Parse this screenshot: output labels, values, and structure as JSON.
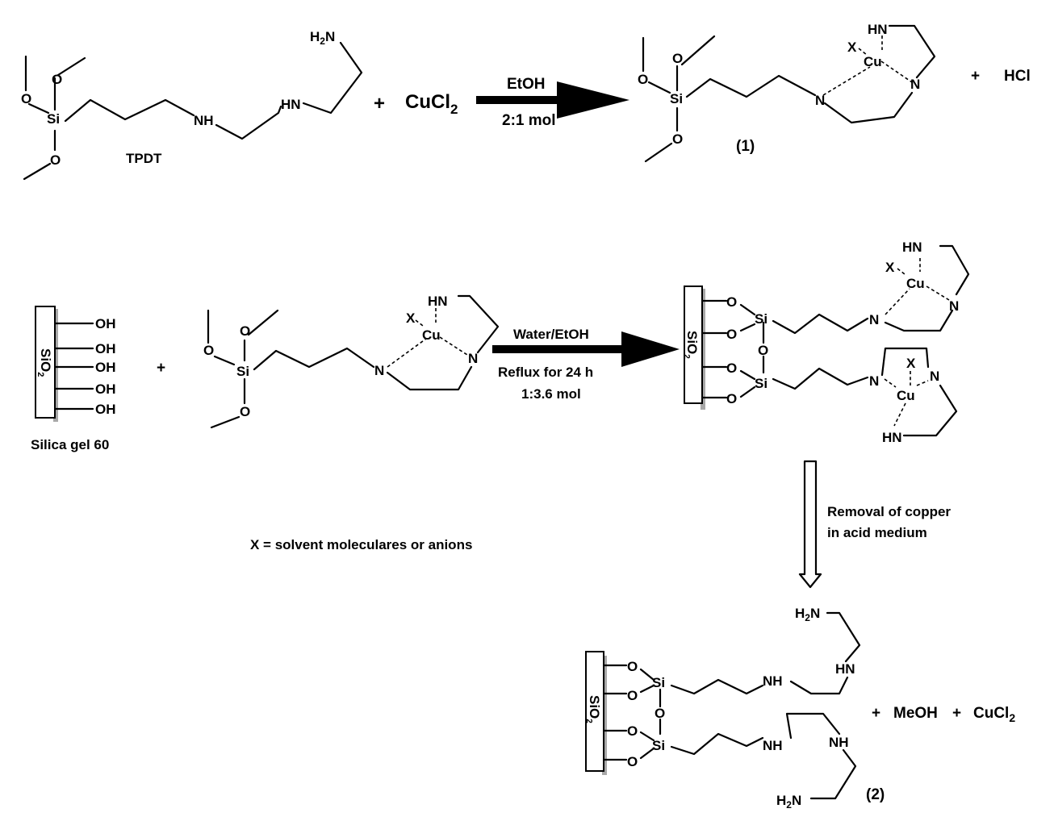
{
  "labels": {
    "O": "O",
    "Si": "Si",
    "N": "N",
    "NH": "NH",
    "HN": "HN",
    "H2N_main": "H",
    "H2N_sub": "2",
    "H2N_N": "N",
    "OH": "OH",
    "Cu": "Cu",
    "X": "X",
    "SiO2_main": "SiO",
    "SiO2_sub": "2",
    "plus": "+"
  },
  "compounds": {
    "tpdt": "TPDT",
    "cucl2_main": "CuCl",
    "cucl2_sub": "2",
    "hcl": "HCl",
    "complex1": "(1)",
    "product2": "(2)",
    "silica_gel": "Silica gel 60",
    "meoh": "MeOH"
  },
  "arrows": {
    "step1_top": "EtOH",
    "step1_bottom": "2:1 mol",
    "step2_top": "Water/EtOH",
    "step2_line2": "Reflux for 24 h",
    "step2_line3": "1:3.6 mol",
    "step3_line1": "Removal of copper",
    "step3_line2": "in acid medium"
  },
  "legend": "X = solvent moleculares or anions"
}
